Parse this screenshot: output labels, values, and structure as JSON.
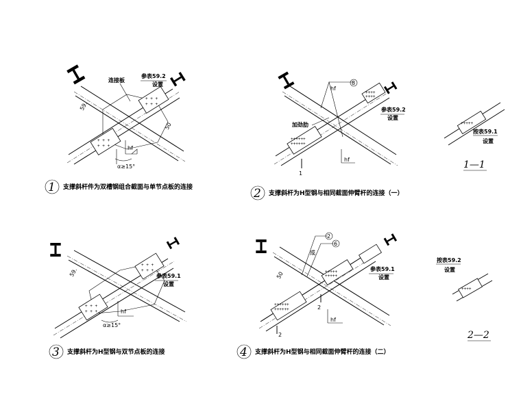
{
  "details": [
    {
      "number": "1",
      "caption": "支撑斜杆件为双槽钢组合截面与单节点板的连接",
      "labels": {
        "plate": "连接板",
        "ref": "参表59.2",
        "ref_sub": "设置",
        "dim_a": "59.",
        "dim_b": "50",
        "weld": "hf",
        "angle": "α≥15°"
      }
    },
    {
      "number": "2",
      "caption": "支撑斜杆为H型钢与相同截面伸臂杆的连接（一）",
      "labels": {
        "rib": "加劲肋",
        "ref": "参表59.2",
        "ref_sub": "设置",
        "weld": "hf",
        "weld_bottom": "hf",
        "circle": "8",
        "cut": "1"
      }
    },
    {
      "number": "3",
      "caption": "支撑斜杆为H型钢与双节点板的连接",
      "labels": {
        "ref": "参表59.1",
        "ref_sub": "设置",
        "dim_a": "59.",
        "weld": "hf",
        "angle": "α≥15°"
      }
    },
    {
      "number": "4",
      "caption": "支撑斜杆为H型钢与相同截面伸臂杆的连接（二）",
      "labels": {
        "ref": "参表59.1",
        "ref_sub": "设置",
        "dim_a": "50",
        "weld": "hf",
        "circle_a": "2",
        "circle_b": "6",
        "cut": "2",
        "leader": "成"
      }
    }
  ],
  "sections": [
    {
      "title": "1—1",
      "ref": "按表59.1",
      "ref_sub": "设置"
    },
    {
      "title": "2—2",
      "ref": "按表59.2",
      "ref_sub": "设置"
    }
  ]
}
